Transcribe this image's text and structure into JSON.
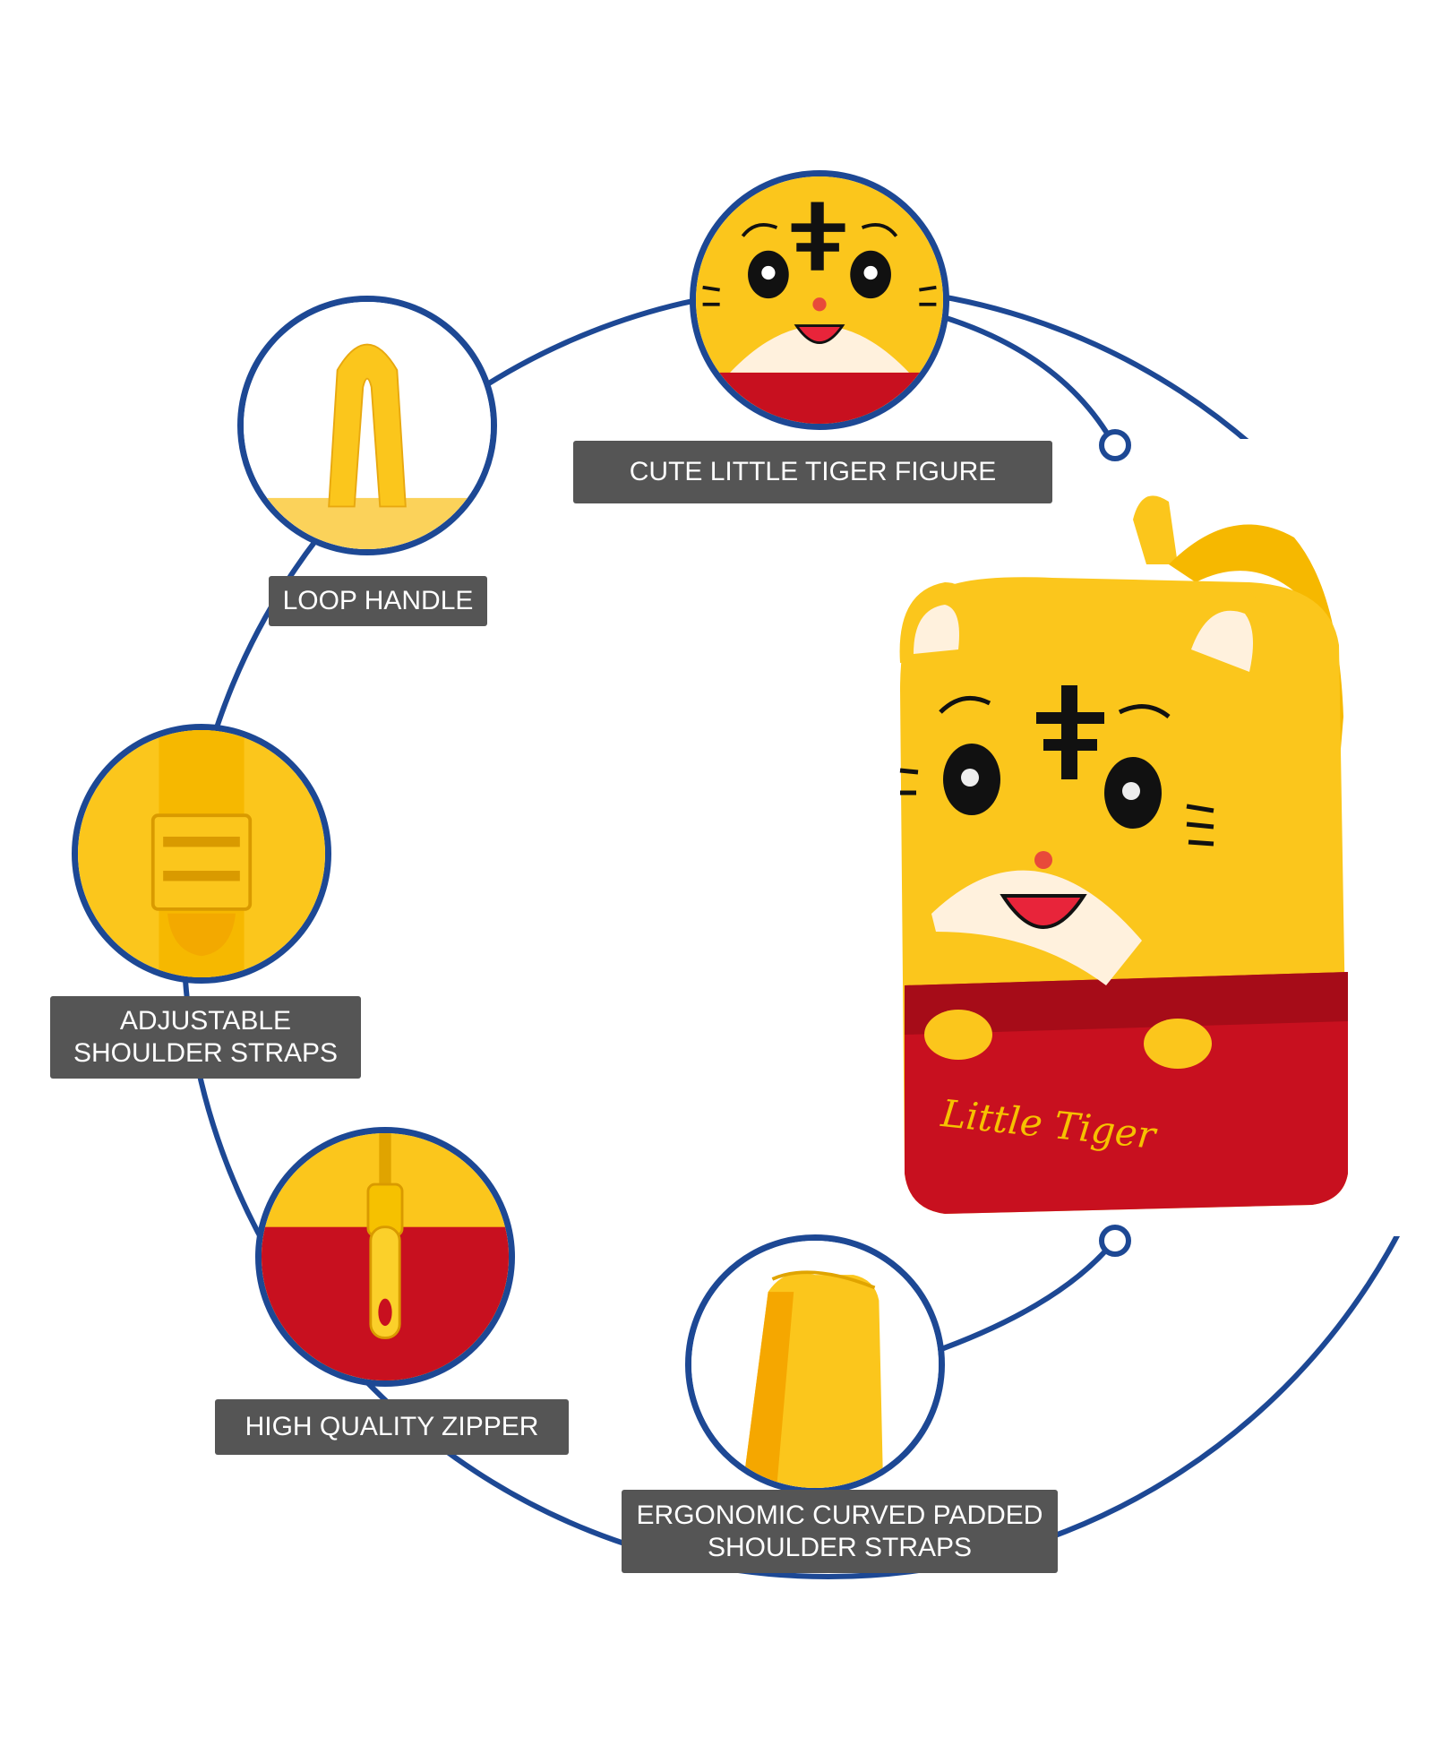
{
  "features": {
    "tiger_figure": "CUTE LITTLE TIGER FIGURE",
    "loop_handle": "LOOP HANDLE",
    "adjustable_straps_line1": "ADJUSTABLE",
    "adjustable_straps_line2": "SHOULDER STRAPS",
    "zipper": "HIGH QUALITY ZIPPER",
    "padded_straps_line1": "ERGONOMIC CURVED PADDED",
    "padded_straps_line2": "SHOULDER STRAPS"
  },
  "product": {
    "embroidery": "Little Tiger"
  },
  "colors": {
    "ring": "#1d4894",
    "label_bg": "#555555",
    "plush_yellow": "#fbc61c",
    "plush_red": "#c8101f",
    "face_cream": "#fff1dd"
  }
}
